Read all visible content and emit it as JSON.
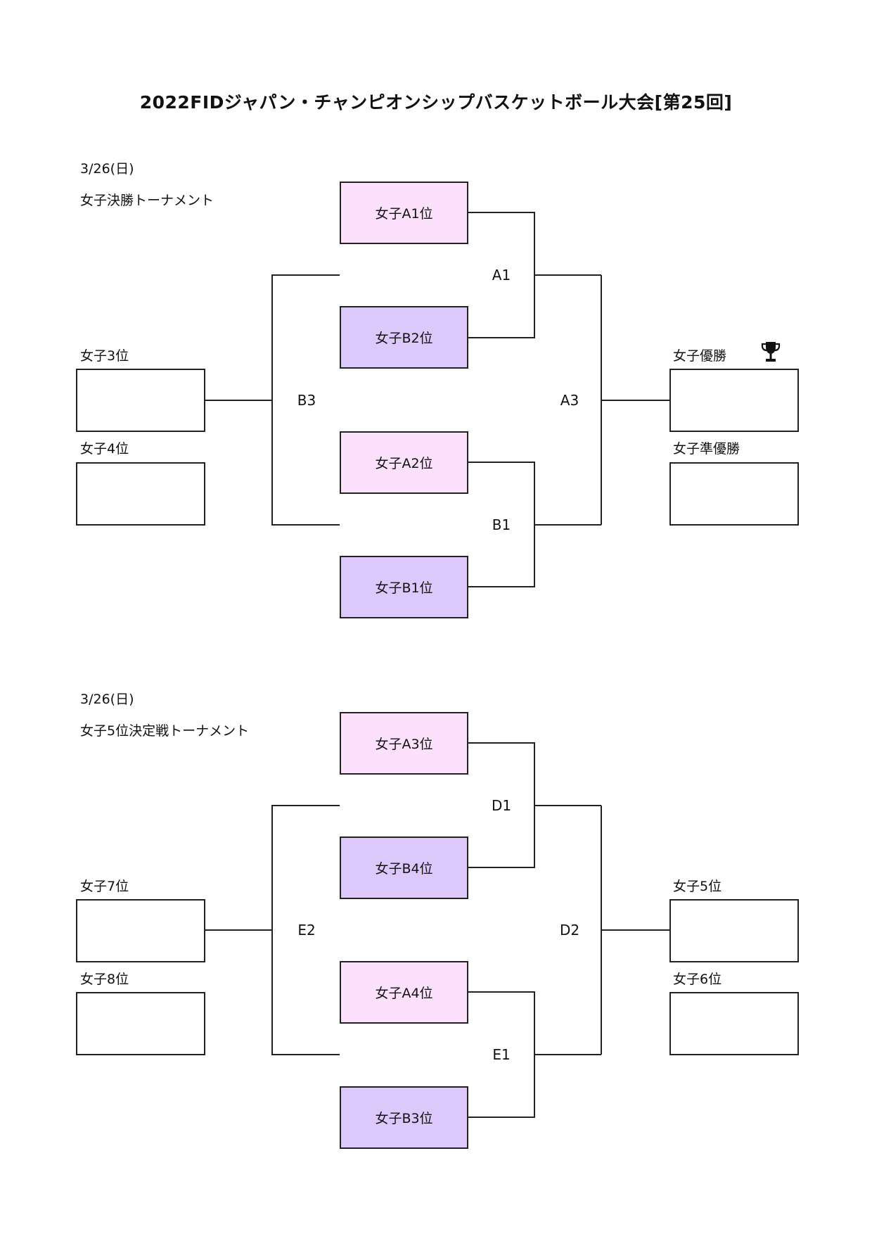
{
  "title": "2022FIDジャパン・チャンピオンシップバスケットボール大会[第25回]",
  "finals": {
    "date": "3/26(日)",
    "heading": "女子決勝トーナメント",
    "seeds": [
      "女子A1位",
      "女子B2位",
      "女子A2位",
      "女子B1位"
    ],
    "match_codes": {
      "a1": "A1",
      "b1": "B1",
      "a3": "A3",
      "b3": "B3"
    },
    "results": {
      "third": "女子3位",
      "fourth": "女子4位",
      "champion": "女子優勝",
      "runner_up": "女子準優勝"
    },
    "third_value": "",
    "fourth_value": "",
    "champion_value": "",
    "runner_up_value": ""
  },
  "classification": {
    "date": "3/26(日)",
    "heading": "女子5位決定戦トーナメント",
    "seeds": [
      "女子A3位",
      "女子B4位",
      "女子A4位",
      "女子B3位"
    ],
    "match_codes": {
      "d1": "D1",
      "e1": "E1",
      "d2": "D2",
      "e2": "E2"
    },
    "results": {
      "seventh": "女子7位",
      "eighth": "女子8位",
      "fifth": "女子5位",
      "sixth": "女子6位"
    },
    "seventh_value": "",
    "eighth_value": "",
    "fifth_value": "",
    "sixth_value": ""
  },
  "colors": {
    "group_a": "#fde0fb",
    "group_b": "#ddc8fb",
    "line": "#222222"
  },
  "icons": {
    "champion_icon": "trophy-icon"
  }
}
